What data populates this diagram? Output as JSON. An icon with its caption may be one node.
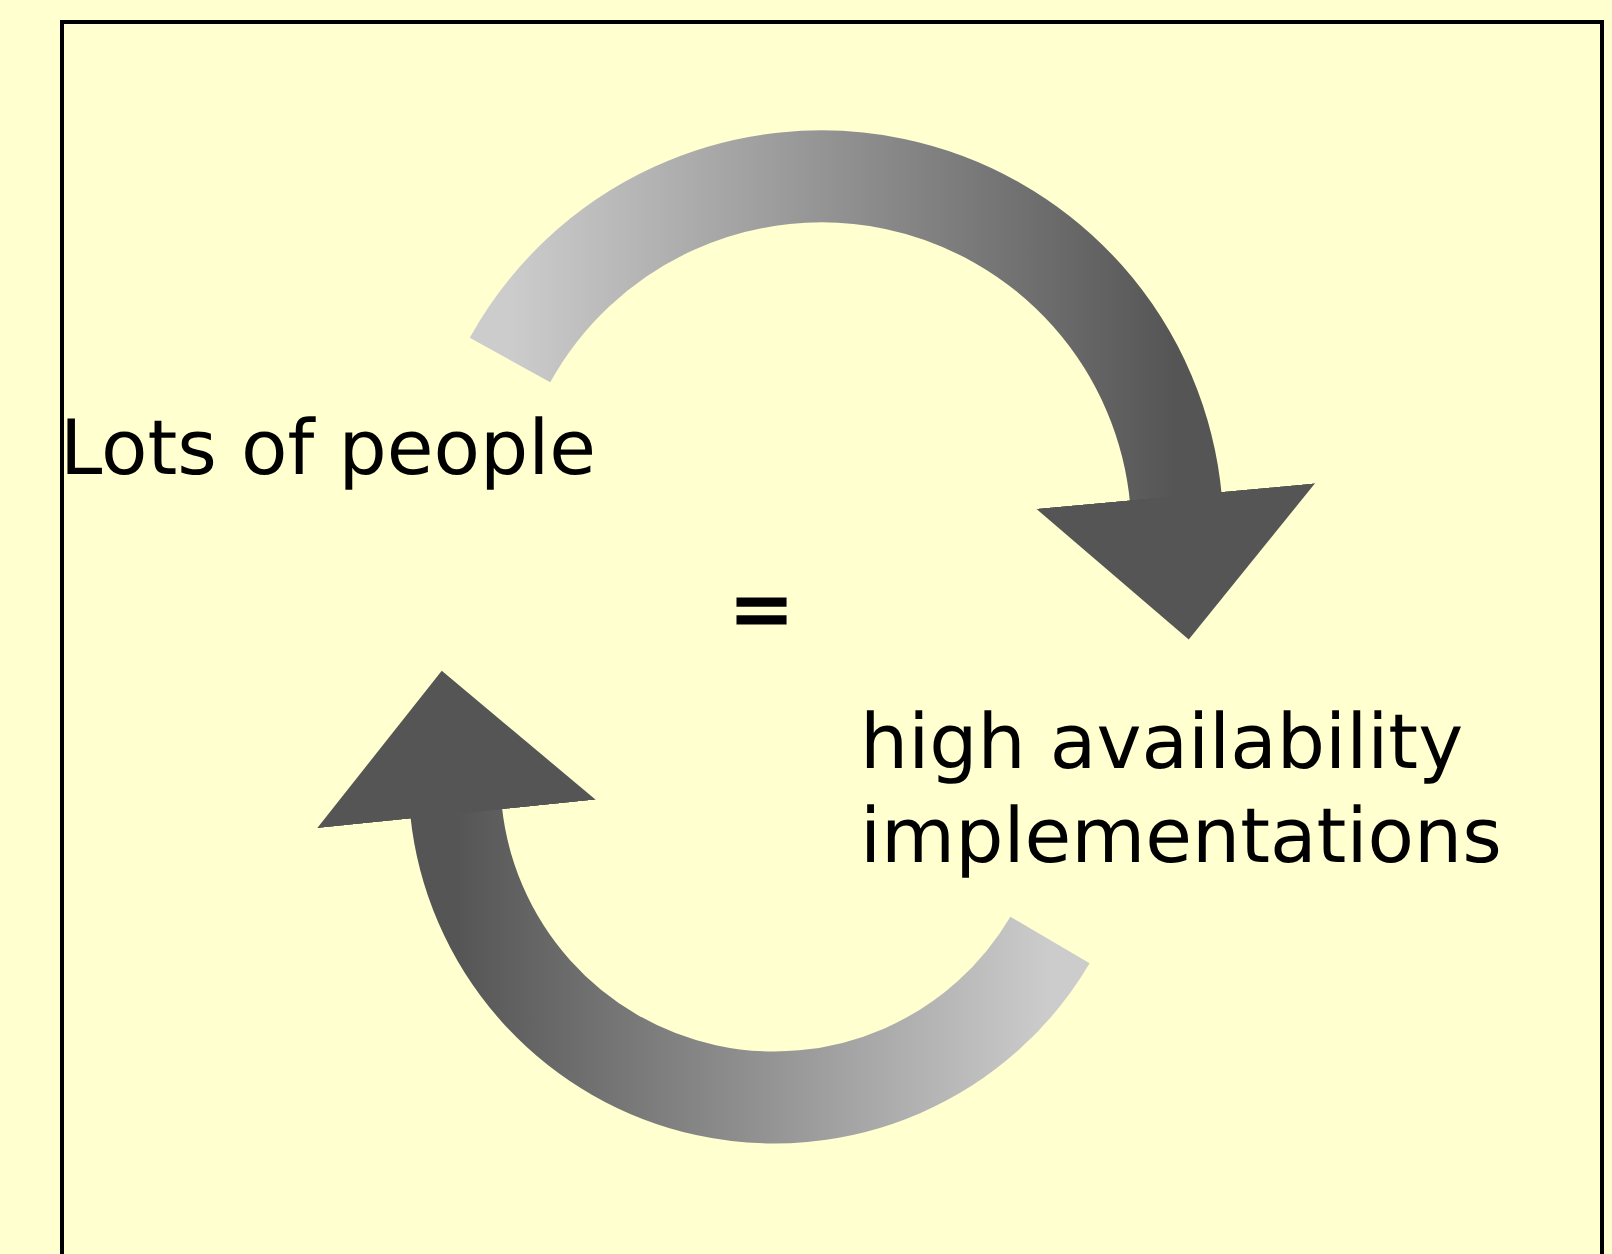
{
  "diagram": {
    "nodes": [
      {
        "text": [
          "Lots of people"
        ]
      },
      {
        "text": [
          "high availability implementations"
        ]
      }
    ],
    "edges": [
      {
        "from": 0,
        "to": 1,
        "arrow": "to",
        "style": "thick"
      },
      {
        "from": 1,
        "to": 0,
        "arrow": "to",
        "style": "thick"
      }
    ],
    "labels": [
      "="
    ]
  }
}
